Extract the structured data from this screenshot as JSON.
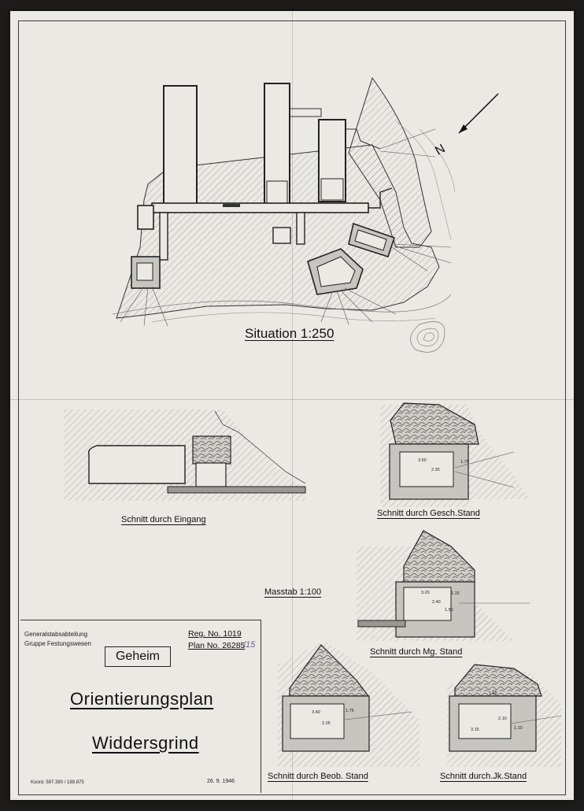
{
  "situation_caption": "Situation 1:250",
  "north_label": "N",
  "sections": {
    "eingang": "Schnitt durch Eingang",
    "gesch": "Schnitt durch Gesch.Stand",
    "mg": "Schnitt durch Mg. Stand",
    "beob": "Schnitt durch Beob. Stand",
    "jk": "Schnitt durch.Jk.Stand"
  },
  "scale_caption": "Masstab 1:100",
  "dimensions": {
    "gesch": [
      "3.50",
      "2.35",
      "1.75"
    ],
    "mg": [
      "3.20",
      "2.40",
      "1.15",
      "1.50"
    ],
    "beob": [
      "3.40",
      "2.25",
      "1.75"
    ],
    "jk": [
      "1.65",
      "2.10",
      "3.15",
      "1.10"
    ]
  },
  "title_block": {
    "org_line1": "Generalstabsabteilung",
    "org_line2": "Gruppe Festungswesen",
    "reg_no": "Reg. No. 1019",
    "plan_no": "Plan No. 26285",
    "plan_suffix": "/15",
    "classification": "Geheim",
    "title": "Orientierungsplan",
    "name": "Widdersgrind",
    "coords": "Koord. 597.380 / 189.875",
    "date": "26. 9. 1946"
  }
}
